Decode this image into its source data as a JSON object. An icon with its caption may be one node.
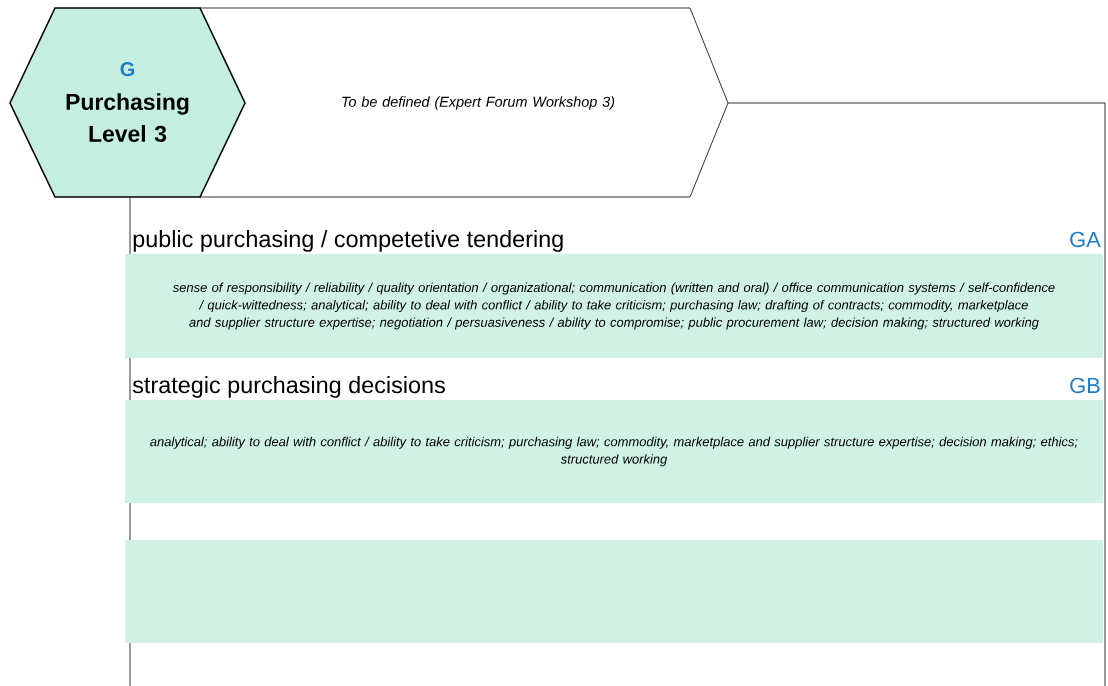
{
  "diagram": {
    "nodes": [
      {
        "text": [
          "G",
          "Purchasing Level 3"
        ]
      },
      {
        "text": [
          "To be defined (Expert Forum Workshop 3)"
        ]
      },
      {
        "text": [
          "public purchasing / competetive tendering",
          "GA",
          "sense of responsibility / reliability / quality orientation / organizational; communication (written and oral)  / office communication systems / self-confidence / quick-wittedness; analytical; ability to deal with conflict / ability to take criticism; purchasing law; drafting of contracts; commodity, marketplace and supplier structure expertise; negotiation / persuasiveness / ability to compromise; public procurement law; decision making; structured working"
        ]
      },
      {
        "text": [
          "strategic purchasing decisions",
          "GB",
          "analytical; ability to deal with conflict / ability to take criticism; purchasing law; commodity, marketplace and supplier structure expertise; decision making; ethics; structured working"
        ]
      },
      {
        "text": [],
        "shape": "bar"
      }
    ]
  }
}
